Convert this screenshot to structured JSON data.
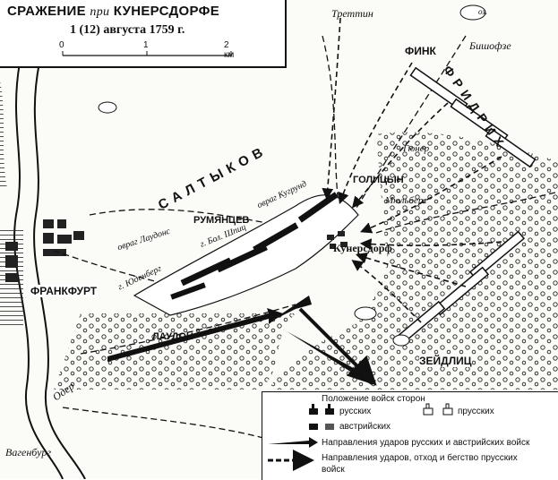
{
  "title": {
    "line1_a": "СРАЖЕНИЕ",
    "line1_b": "при",
    "line1_c": "КУНЕРСДОРФЕ",
    "line2": "1 (12) августа 1759 г."
  },
  "scale": {
    "t0": "0",
    "t1": "1",
    "t2": "2 км"
  },
  "places": {
    "trettin": "Треттин",
    "bishofze": "Бишофзе",
    "gyuner": "Гюнер",
    "myulberg": "Мюльберг",
    "kunersdorf": "Кунерсдорф",
    "frankfurt": "ФРАНКФУРТ",
    "vagenburg": "Вагенбург",
    "oder": "Одер",
    "ravine_laudons": "овраг Лаудонс",
    "ravine_kugrund": "овраг Кугрунд",
    "bol_shpits": "г. Бол. Шпиц",
    "yudenberg": "г. Юденберг"
  },
  "commanders": {
    "saltykov": "САЛТЫКОВ",
    "rumyantsev": "РУМЯНЦЕВ",
    "golitsyn": "ГОЛИЦЫН",
    "laudon": "ЛАУДОН",
    "fink": "ФИНК",
    "frederick": "ФРИДРИХ",
    "seydlitz": "ЗЕЙДЛИЦ"
  },
  "misc": {
    "oz_label": "оз."
  },
  "legend": {
    "header": "Положение войск сторон",
    "russian": "русских",
    "prussian": "прусских",
    "austrian": "австрийских",
    "russian_austrian_attack": "Направления ударов русских и австрийских войск",
    "prussian_attack_line1": "Направления ударов, отход и бегство прусских",
    "prussian_attack_line2": "войск"
  },
  "colors": {
    "ink": "#111111",
    "paper": "#fbfbf8",
    "water": "#ffffff"
  }
}
